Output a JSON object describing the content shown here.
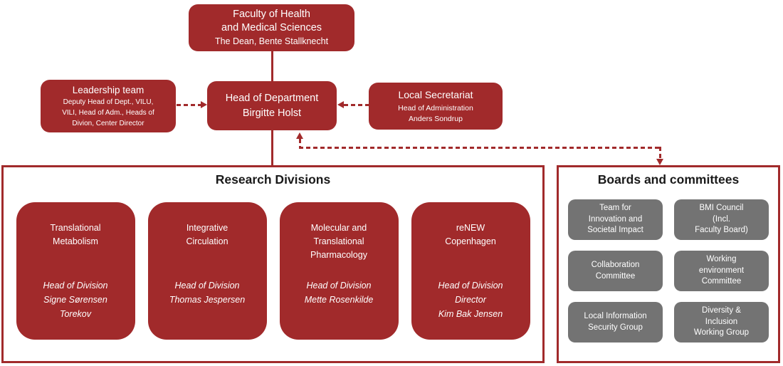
{
  "colors": {
    "box_red": "#A12A2B",
    "committee_gray": "#737373",
    "panel_border_red": "#A12A2B",
    "text_on_box": "#FFFFFF",
    "title_text": "#1A1A1A"
  },
  "faculty": {
    "title": "Faculty of Health\nand Medical Sciences",
    "subtitle": "The Dean, Bente Stallknecht"
  },
  "leadership": {
    "title": "Leadership team",
    "subtitle": "Deputy Head of Dept., VILU,\nVILI, Head of Adm., Heads of\nDivion, Center Director"
  },
  "head_of_department": {
    "title": "Head of Department\nBirgitte Holst"
  },
  "secretariat": {
    "title": "Local Secretariat",
    "subtitle": "Head of Administration\nAnders Sondrup"
  },
  "research_divisions": {
    "title": "Research Divisions",
    "divisions": [
      {
        "name": "Translational\nMetabolism",
        "leader": "Head of Division\nSigne Sørensen\nTorekov"
      },
      {
        "name": "Integrative\nCirculation",
        "leader": "Head of Division\nThomas Jespersen"
      },
      {
        "name": "Molecular and\nTranslational\nPharmacology",
        "leader": "Head of Division\nMette Rosenkilde"
      },
      {
        "name": "reNEW\nCopenhagen",
        "leader": "Head of Division\nDirector\nKim Bak Jensen"
      }
    ]
  },
  "boards": {
    "title": "Boards and committees",
    "committees": [
      {
        "label": "Team for\nInnovation and\nSocietal Impact"
      },
      {
        "label": "BMI Council\n(Incl.\nFaculty Board)"
      },
      {
        "label": "Collaboration\nCommittee"
      },
      {
        "label": "Working\nenvironment\nCommittee"
      },
      {
        "label": "Local Information\nSecurity Group"
      },
      {
        "label": "Diversity &\nInclusion\nWorking Group"
      }
    ]
  }
}
